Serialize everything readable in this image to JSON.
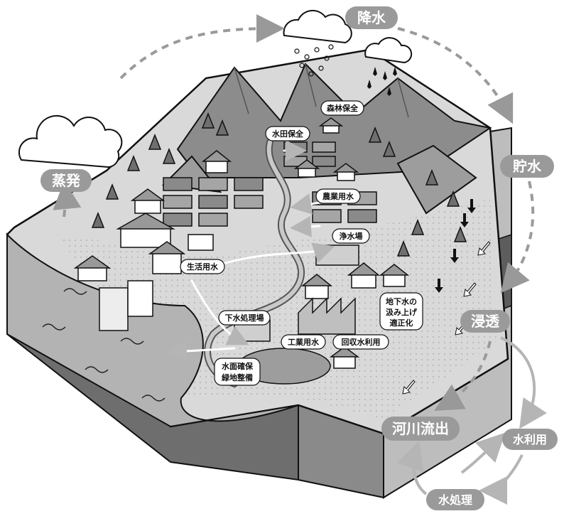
{
  "cycle_labels": {
    "precipitation": "降水",
    "storage": "貯水",
    "evaporation": "蒸発",
    "infiltration": "浸透",
    "river_outflow": "河川流出",
    "water_use": "水利用",
    "water_treatment": "水処理"
  },
  "map_labels": {
    "forest": "森林保全",
    "paddy": "水田保全",
    "agri_water": "農業用水",
    "purification": "浄水場",
    "domestic_water": "生活用水",
    "sewage": "下水処理場",
    "industrial_water": "工業用水",
    "recycled_water": "回収水利用",
    "groundwater_line1": "地下水の",
    "groundwater_line2": "汲み上げ",
    "groundwater_line3": "適正化",
    "waterside_line1": "水面確保",
    "waterside_line2": "緑地整備"
  },
  "colors": {
    "pill": "#9a9a9a",
    "cloud": "#ffffff",
    "ground_dark": "#6e6e6e",
    "ground_mid": "#a8a8a8",
    "ground_light": "#d6d6d6",
    "water": "#b9b9b9",
    "mountain": "#8c8c8c"
  }
}
